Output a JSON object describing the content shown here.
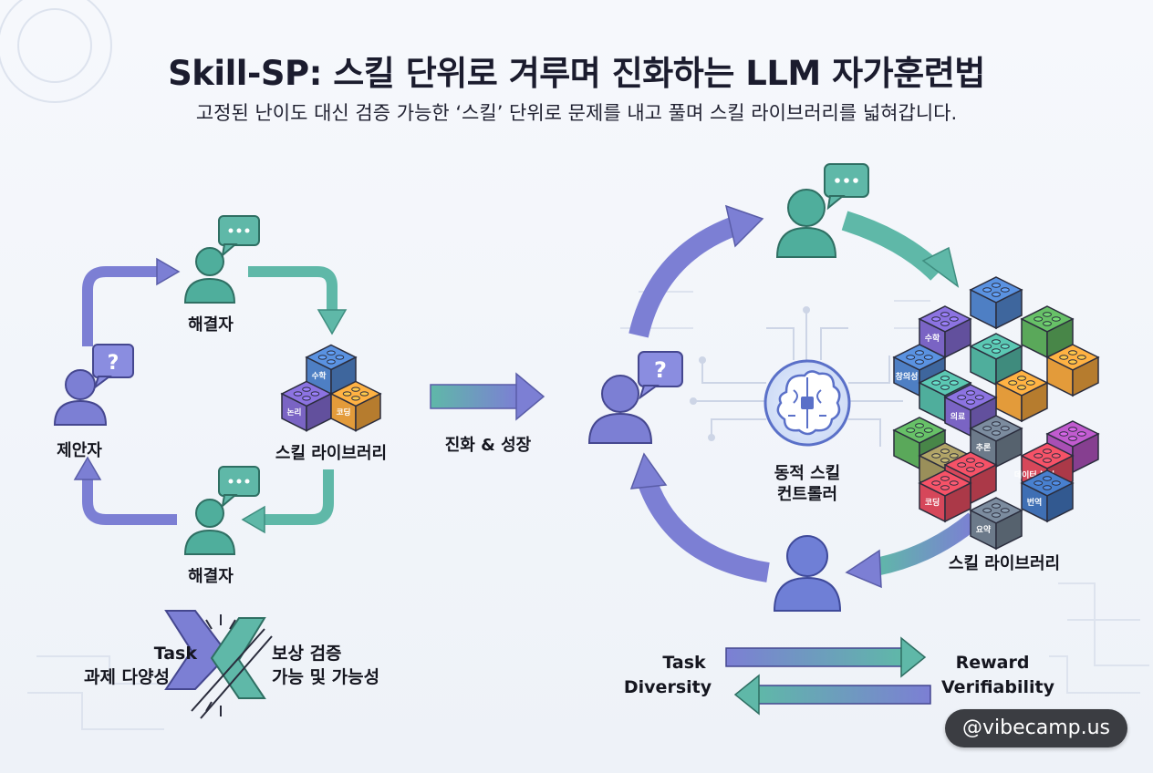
{
  "title": "Skill-SP: 스킬 단위로 겨루며 진화하는 LLM 자가훈련법",
  "subtitle": "고정된 난이도 대신 검증 가능한 ‘스킬’ 단위로 문제를 내고 풀며 스킬 라이브러리를 넓혀갑니다.",
  "left_cycle": {
    "solver_top": "해결자",
    "proposer": "제안자",
    "skill_library": "스킬 라이브러리",
    "solver_bottom": "해결자"
  },
  "evolution_label": "진화 & 성장",
  "right_cycle": {
    "controller": [
      "동적 스킬",
      "컨트롤러"
    ],
    "skill_library": "스킬 라이브러리"
  },
  "tradeoff_left": {
    "task": [
      "Task",
      "과제 다양성"
    ],
    "reward": [
      "보상 검증",
      "가능 및 가능성"
    ]
  },
  "tradeoff_right": {
    "task": [
      "Task",
      "Diversity"
    ],
    "reward": [
      "Reward",
      "Verifiability"
    ]
  },
  "blocks_left": [
    "수학",
    "논리",
    "코딩"
  ],
  "blocks_right": [
    "수학",
    "의료",
    "코딩",
    "추론",
    "데이터 분석",
    "번역",
    "창의성",
    "요약"
  ],
  "watermark": "@vibecamp.us",
  "colors": {
    "teal": "#5fb8a8",
    "purple": "#7c7fd4",
    "person": "#4fae9c",
    "person_blue": "#6f7fd6"
  },
  "icons": [
    "chat-bubble-icon",
    "question-bubble-icon",
    "brain-icon",
    "person-icon",
    "arrow-icon"
  ]
}
